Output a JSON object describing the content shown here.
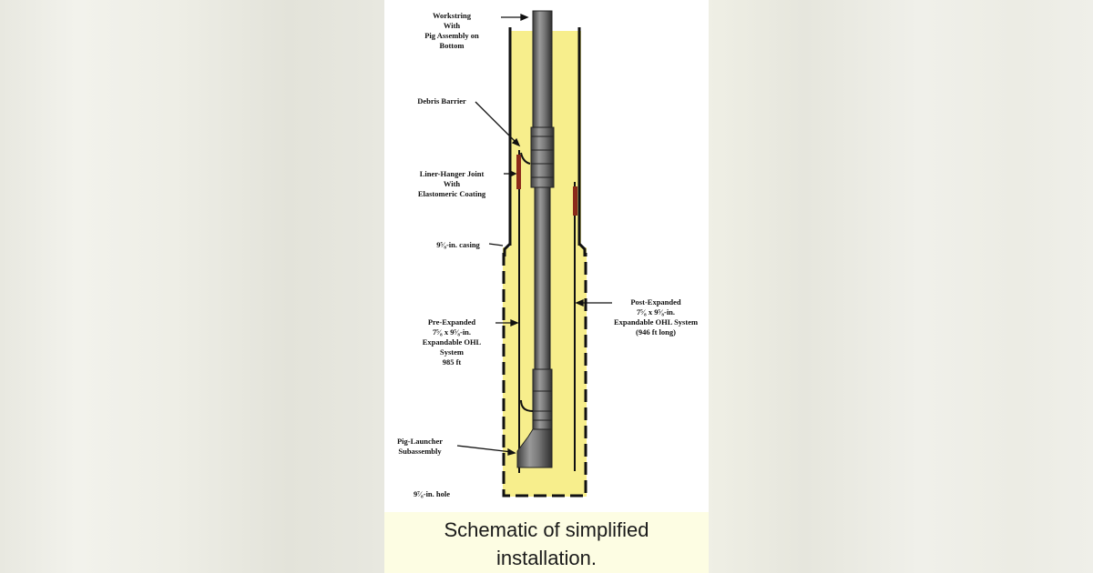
{
  "figure": {
    "title": "Schematic of simplified installation",
    "labels": {
      "workstring": [
        "Workstring",
        "With",
        "Pig Assembly on",
        "Bottom"
      ],
      "debris_barrier": [
        "Debris Barrier"
      ],
      "liner_hanger": [
        "Liner-Hanger Joint",
        "With",
        "Elastomeric Coating"
      ],
      "casing": [
        "9⁵⁄₈-in. casing"
      ],
      "pre_expanded": [
        "Pre-Expanded",
        "7⁵⁄₈ x 9⁵⁄₈-in.",
        "Expandable OHL",
        "System",
        "985 ft"
      ],
      "post_expanded": [
        "Post-Expanded",
        "7⁵⁄₈ x 9⁵⁄₈-in.",
        "Expandable OHL System",
        "(946 ft long)"
      ],
      "pig_launcher": [
        "Pig-Launcher",
        "Subassembly"
      ],
      "hole": [
        "9⁷⁄₈-in. hole"
      ]
    },
    "colors": {
      "fluid_yellow": "#f7ee8c",
      "pipe_gray": "#6a6a6a",
      "coating_red": "#8b2a1a",
      "caption_bg": "#fdfde3"
    }
  },
  "caption": {
    "line1": "Schematic of simplified",
    "line2": "installation."
  }
}
